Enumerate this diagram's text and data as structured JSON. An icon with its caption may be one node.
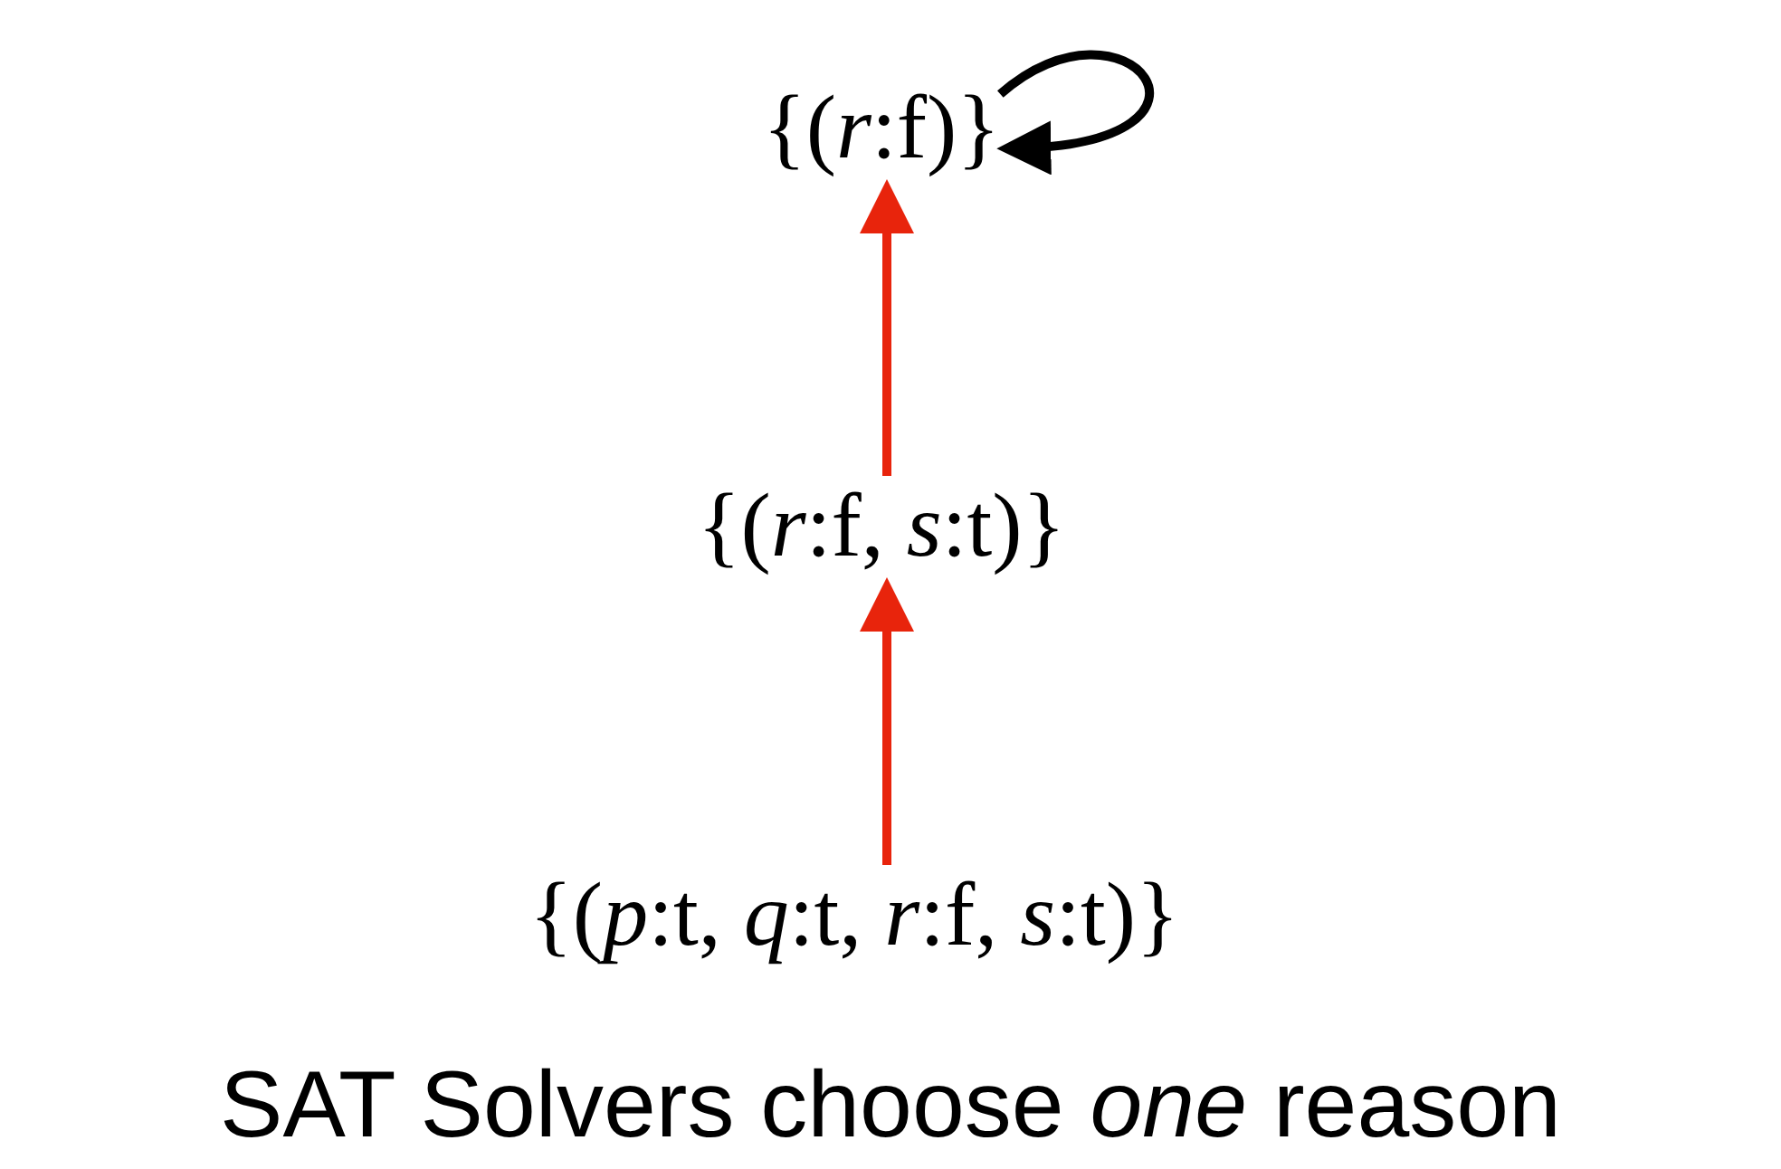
{
  "diagram": {
    "caption": "SAT Solvers choose *one* reason",
    "nodes": [
      {
        "text": [
          "{(*r*:f)}"
        ]
      },
      {
        "text": [
          "{(*r*:f, *s*:t)}"
        ]
      },
      {
        "text": [
          "{(*p*:t, *q*:t, *r*:f, *s*:t)}"
        ]
      }
    ],
    "edges": [
      {
        "from": 1,
        "to": 0,
        "arrow": "to"
      },
      {
        "from": 2,
        "to": 1,
        "arrow": "to"
      },
      {
        "from": 0,
        "to": 0,
        "arrow": "to",
        "color": "#000000"
      }
    ]
  }
}
